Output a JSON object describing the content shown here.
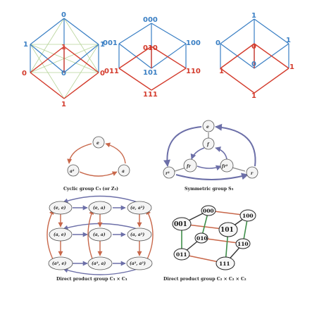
{
  "cubes": [
    {
      "labels": {
        "top": "0",
        "left": "1",
        "right": "1",
        "center_upper": "1",
        "center_lower": "0",
        "bottom_left": "0",
        "bottom_right": "0",
        "bottom": "1"
      }
    },
    {
      "labels": {
        "top": "000",
        "left": "001",
        "right": "100",
        "center_upper": "010",
        "center_lower": "101",
        "bottom_left": "011",
        "bottom_right": "110",
        "bottom": "111"
      }
    },
    {
      "labels": {
        "top": "1",
        "left": "0",
        "right": "1",
        "center_upper": "0",
        "center_lower": "0",
        "bottom_left": "1",
        "bottom_right": "1",
        "bottom": "1"
      }
    }
  ],
  "colors": {
    "blue": "#3a7fc4",
    "red": "#d33b2c",
    "green": "#9ac27a",
    "purple": "#6c6fa8",
    "orange": "#c8674a"
  },
  "cyclic": {
    "caption": "Cyclic group C₃ (or Z₃)",
    "nodes": {
      "e": "e",
      "a2": "a²",
      "a": "a"
    }
  },
  "symmetric": {
    "caption": "Symmetric group S₃",
    "nodes": {
      "e": "e",
      "f": "f",
      "fr": "fr",
      "fr2": "fr²",
      "r2": "r²",
      "r": "r"
    }
  },
  "c3xc3": {
    "caption": "Direct product group C₃ × C₃",
    "nodes": {
      "ee": "(e, e)",
      "ea": "(e, a)",
      "ea2": "(e, a²)",
      "ae": "(a, e)",
      "aa": "(a, a)",
      "aa2": "(a, a²)",
      "a2e": "(a², e)",
      "a2a": "(a², a)",
      "a2a2": "(a², a²)"
    }
  },
  "c2cube": {
    "caption": "Direct product group C₂ × C₂ × C₂",
    "nodes": {
      "n000": "000",
      "n100": "100",
      "n001": "001",
      "n101": "101",
      "n010": "010",
      "n110": "110",
      "n011": "011",
      "n111": "111"
    }
  }
}
